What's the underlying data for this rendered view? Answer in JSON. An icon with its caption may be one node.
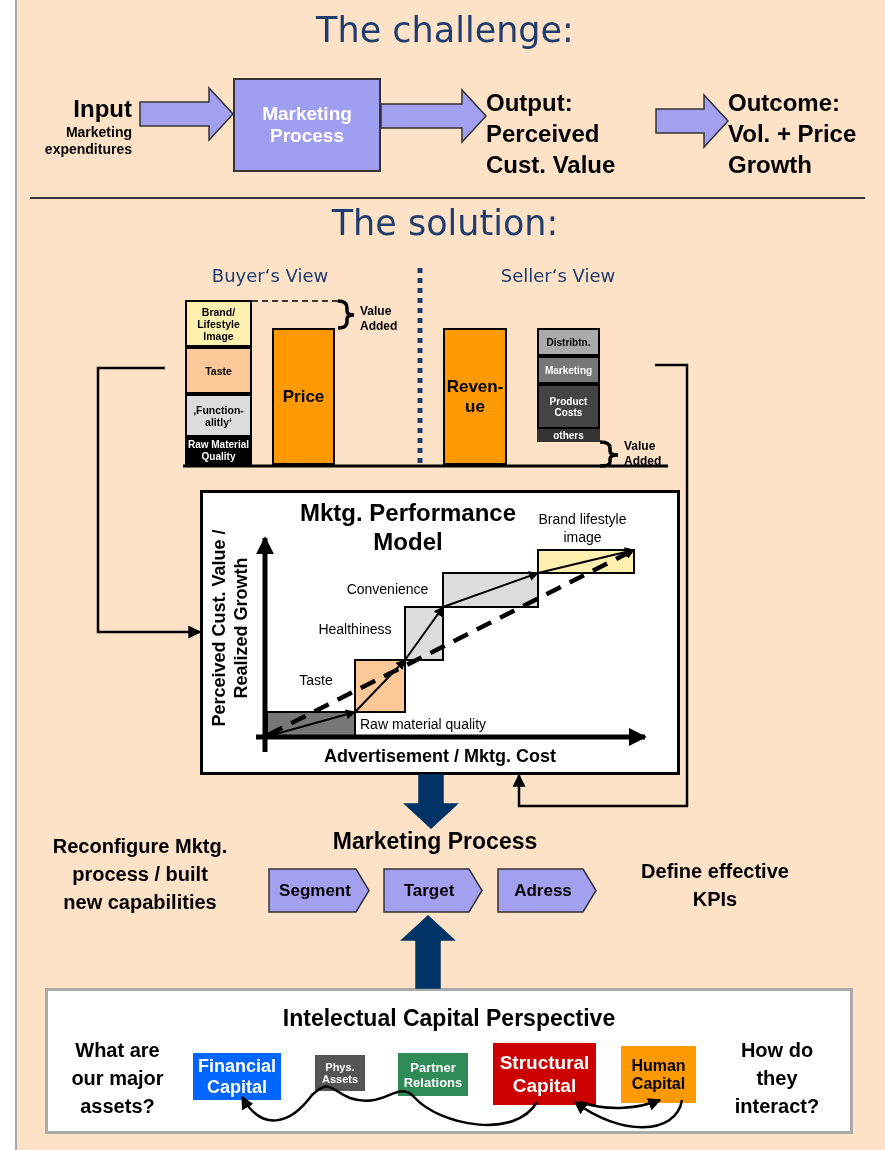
{
  "diagram": {
    "nodes": [
      {
        "text": [
          "Input",
          "Marketing expenditures"
        ]
      },
      {
        "text": [
          "Marketing Process"
        ]
      },
      {
        "text": [
          "Output: Perceived Cust. Value"
        ]
      },
      {
        "text": [
          "Outcome: Vol. + Price Growth"
        ]
      },
      {
        "text": [
          "Brand/ Lifestyle Image"
        ]
      },
      {
        "text": [
          "Taste"
        ]
      },
      {
        "text": [
          "‚Function- alitly‘"
        ]
      },
      {
        "text": [
          "Raw Material Quality"
        ]
      },
      {
        "text": [
          "Price"
        ]
      },
      {
        "text": [
          "Reven- ue"
        ]
      },
      {
        "text": [
          "Distribtn."
        ]
      },
      {
        "text": [
          "Marketing"
        ]
      },
      {
        "text": [
          "Product Costs"
        ]
      },
      {
        "text": [
          "others"
        ]
      },
      {
        "text": [
          "Mktg. Performance Model"
        ]
      },
      {
        "text": [
          "Marketing Process"
        ]
      },
      {
        "text": [
          "Segment"
        ],
        "in": 15
      },
      {
        "text": [
          "Target"
        ],
        "in": 15
      },
      {
        "text": [
          "Adress"
        ],
        "in": 15
      },
      {
        "text": [
          "Intelectual Capital  Perspective"
        ]
      },
      {
        "text": [
          "Financial Capital"
        ],
        "in": 19
      },
      {
        "text": [
          "Phys. Assets"
        ],
        "in": 19
      },
      {
        "text": [
          "Partner Relations"
        ],
        "in": 19
      },
      {
        "text": [
          "Structural Capital"
        ],
        "in": 19
      },
      {
        "text": [
          "Human Capital"
        ],
        "in": 19
      }
    ],
    "edges": [
      {
        "from": 0,
        "to": 1,
        "arrow": "to",
        "style": "thick",
        "color": "#a3a0f0"
      },
      {
        "from": 1,
        "to": 2,
        "arrow": "to",
        "style": "thick",
        "color": "#a3a0f0"
      },
      {
        "from": 2,
        "to": 3,
        "arrow": "to",
        "style": "thick",
        "color": "#a3a0f0"
      },
      {
        "from": null,
        "to": 14,
        "arrow": "to"
      },
      {
        "from": null,
        "to": 14,
        "arrow": "to"
      },
      {
        "from": 14,
        "to": 15,
        "arrow": "to",
        "style": "thick",
        "color": "#003366"
      },
      {
        "from": 19,
        "to": 15,
        "arrow": "to",
        "style": "thick",
        "color": "#003366"
      },
      {
        "from": 23,
        "to": 20,
        "arrow": "to"
      },
      {
        "from": 23,
        "to": 24,
        "arrow": "to"
      },
      {
        "from": 24,
        "to": 23,
        "arrow": "to"
      }
    ],
    "labels": [
      "The challenge:",
      "The solution:",
      "Buyer‘s View",
      "Seller‘s View",
      "Value Added",
      "Value Added",
      "Brand lifestyle image",
      "Convenience",
      "Healthiness",
      "Taste",
      "Raw material quality",
      "Perceived Cust. Value / Realized Growth",
      "Advertisement / Mktg. Cost",
      "Reconfigure Mktg. process / built new capabilities",
      "Define effective KPIs",
      "What are our major assets?",
      "How do they interact?"
    ]
  }
}
